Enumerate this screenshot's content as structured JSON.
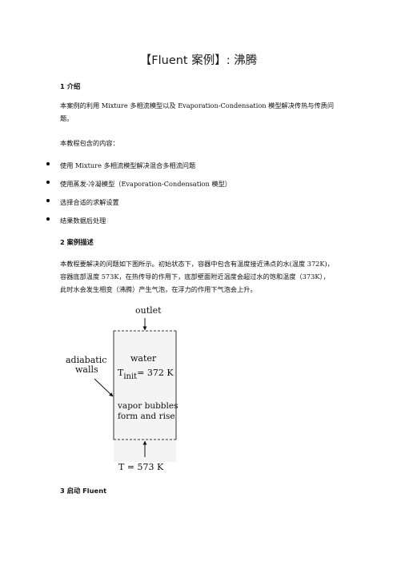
{
  "title": "【Fluent 案例】: 沸腾",
  "sections": {
    "intro_heading": "1 介绍",
    "intro_p1_line1": "本案例的利用 Mixture 多相流模型以及 Evaporation-Condensation 模型解决传热与传质问",
    "intro_p1_line2": "题。",
    "intro_p2": "本教程包含的内容：",
    "bullets": [
      "使用 Mixture 多相流模型解决混合多相流问题",
      "使用蒸发-冷凝模型（Evaporation-Condensation 模型）",
      "选择合适的求解设置",
      "结果数据后处理"
    ],
    "case_heading": "2 案例描述",
    "case_line1": "本教程要解决的问题如下图所示。初始状态下，容器中包含有温度接近沸点的水(温度 372K)，",
    "case_line2": "容器底部温度 573K，在热传导的作用下，底部壁面附近温度会超过水的饱和温度（373K），",
    "case_line3": "此时水会发生相变（沸腾）产生气泡，在浮力的作用下气泡会上升。",
    "launch_heading": "3 启动 Fluent"
  },
  "figure": {
    "outlet": "outlet",
    "adiabatic_line1": "adiabatic",
    "adiabatic_line2": "walls",
    "water": "water",
    "t_init_prefix": "T",
    "t_init_sub": "init",
    "t_init_value": "= 372 K",
    "vapor_line1": "vapor bubbles",
    "vapor_line2": "form and rise",
    "t_bottom": "T = 573 K"
  }
}
